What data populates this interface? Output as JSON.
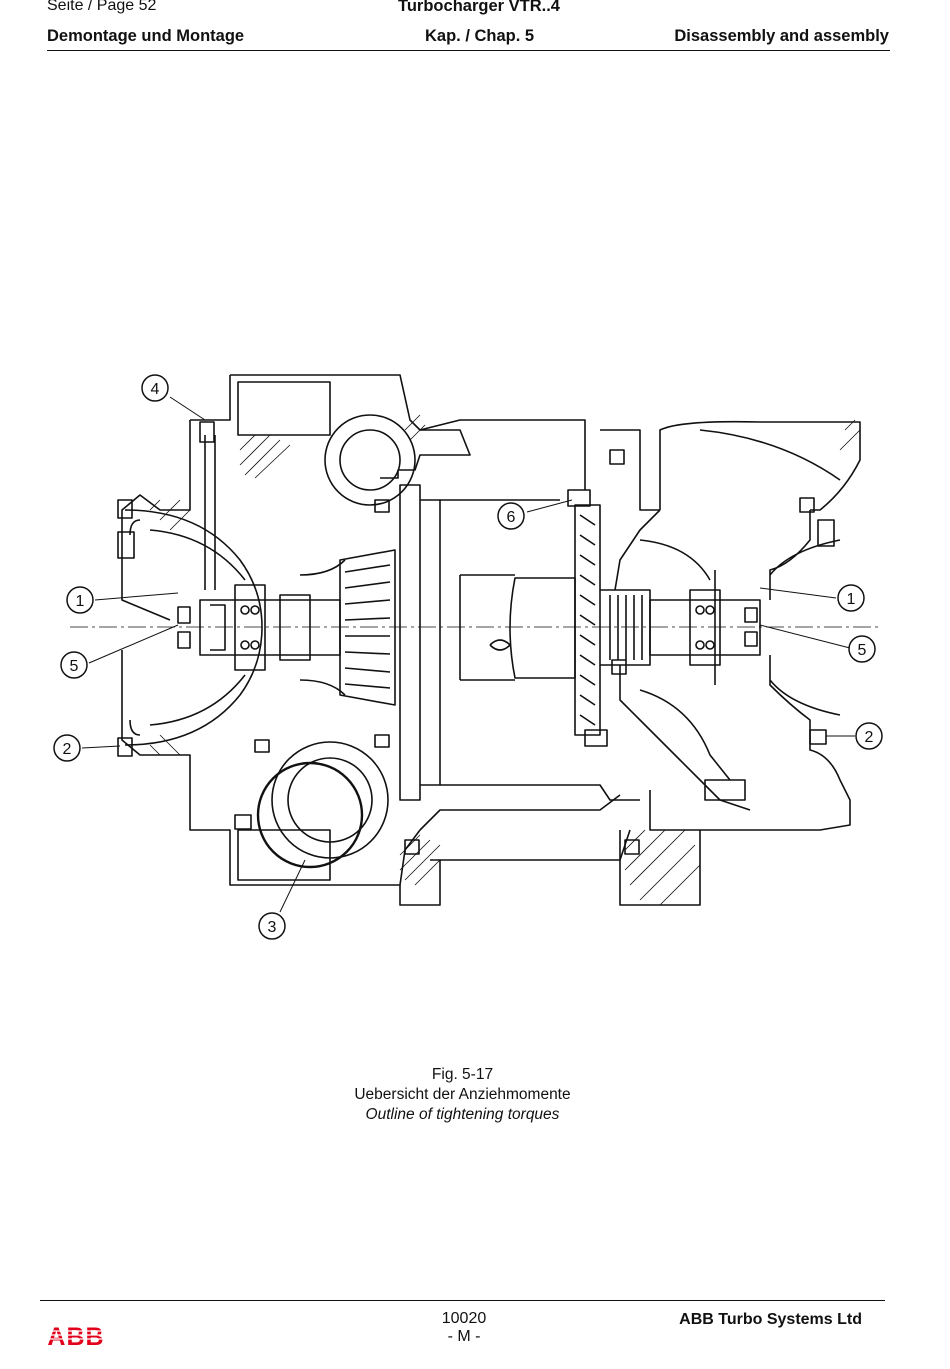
{
  "header": {
    "page_label": "Seite / Page  52",
    "doc_title": "Turbocharger VTR..4",
    "section_de": "Demontage und Montage",
    "chapter": "Kap. / Chap. 5",
    "section_en": "Disassembly and assembly"
  },
  "figure": {
    "callouts": [
      {
        "id": "callout-4-top-left",
        "label": "4"
      },
      {
        "id": "callout-1-left",
        "label": "1"
      },
      {
        "id": "callout-5-left",
        "label": "5"
      },
      {
        "id": "callout-2-left",
        "label": "2"
      },
      {
        "id": "callout-3-bottom",
        "label": "3"
      },
      {
        "id": "callout-6-center",
        "label": "6"
      },
      {
        "id": "callout-1-right",
        "label": "1"
      },
      {
        "id": "callout-5-right",
        "label": "5"
      },
      {
        "id": "callout-2-right",
        "label": "2"
      }
    ],
    "number": "Fig. 5-17",
    "caption_de": "Uebersicht der Anziehmomente",
    "caption_en": "Outline of tightening torques"
  },
  "footer": {
    "logo_text": "ABB",
    "doc_number": "10020",
    "revision": "- M -",
    "company": "ABB Turbo Systems Ltd"
  },
  "colors": {
    "ink": "#111111",
    "logo_red": "#e2001a"
  }
}
